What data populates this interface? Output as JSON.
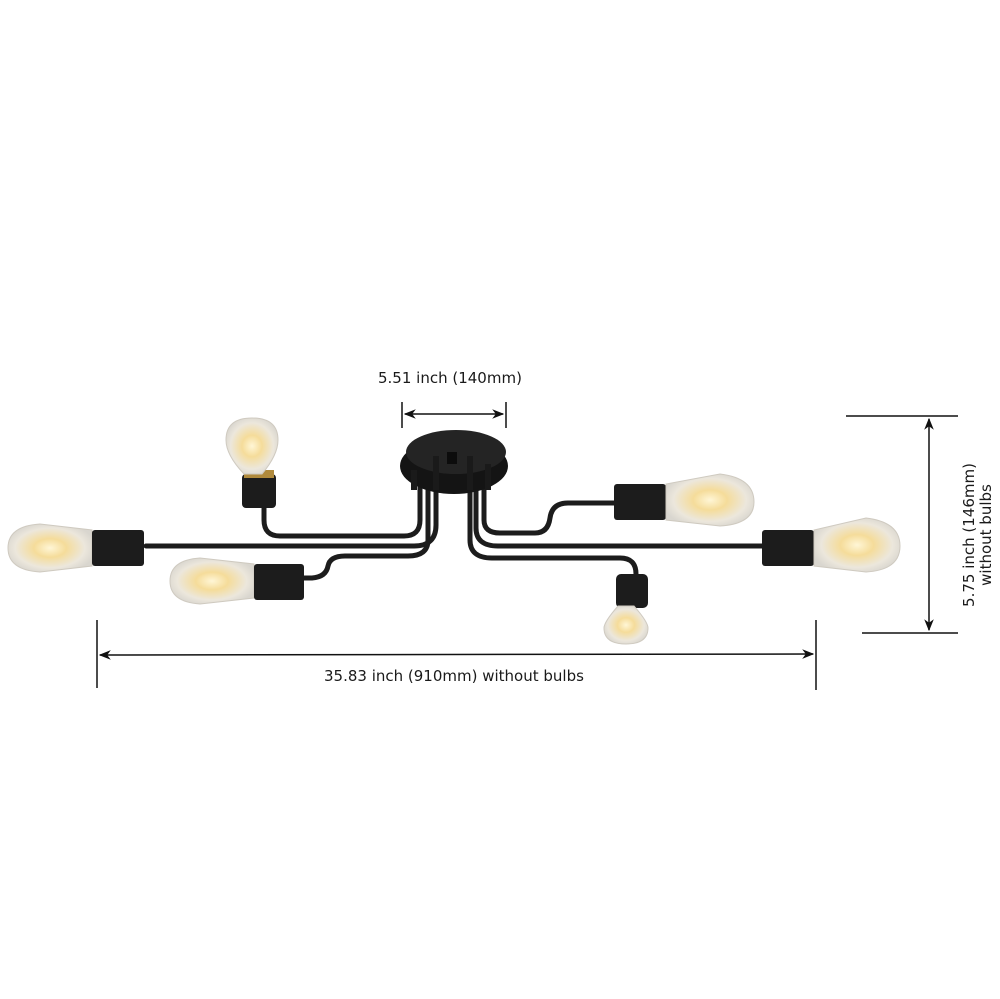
{
  "product": {
    "type": "6-light sputnik semi-flush ceiling light",
    "finish_color": "#1c1c1c",
    "bulb_glow_color": "#f6d98a",
    "bulb_count": 6
  },
  "dimensions": {
    "canopy_width": {
      "label": "5.51 inch (140mm)"
    },
    "overall_length": {
      "label": "35.83 inch (910mm) without bulbs"
    },
    "height": {
      "line1": "5.75 inch (146mm)",
      "line2": "without bulbs"
    }
  }
}
